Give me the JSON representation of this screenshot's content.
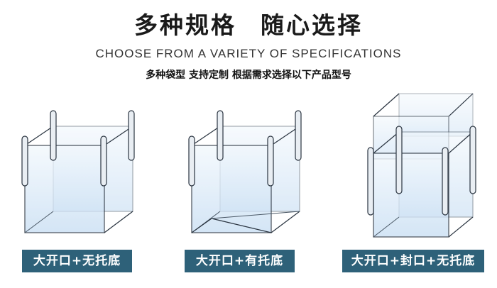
{
  "header": {
    "title_left": "多种规格",
    "title_right": "随心选择",
    "subtitle_en": "CHOOSE FROM A VARIETY OF SPECIFICATIONS",
    "subtitle_cn": "多种袋型  支持定制  根据需求选择以下产品型号"
  },
  "products": [
    {
      "label": "大开口+无托底",
      "icon": "open-top-bag-no-bottom-icon"
    },
    {
      "label": "大开口+有托底",
      "icon": "open-top-bag-with-bottom-icon"
    },
    {
      "label": "大开口+封口+无托底",
      "icon": "sealed-top-bag-no-bottom-icon"
    }
  ],
  "colors": {
    "label_bg": "#2e6179",
    "bag_fill": "#cfe3f6",
    "bag_stroke": "#2a3440"
  }
}
